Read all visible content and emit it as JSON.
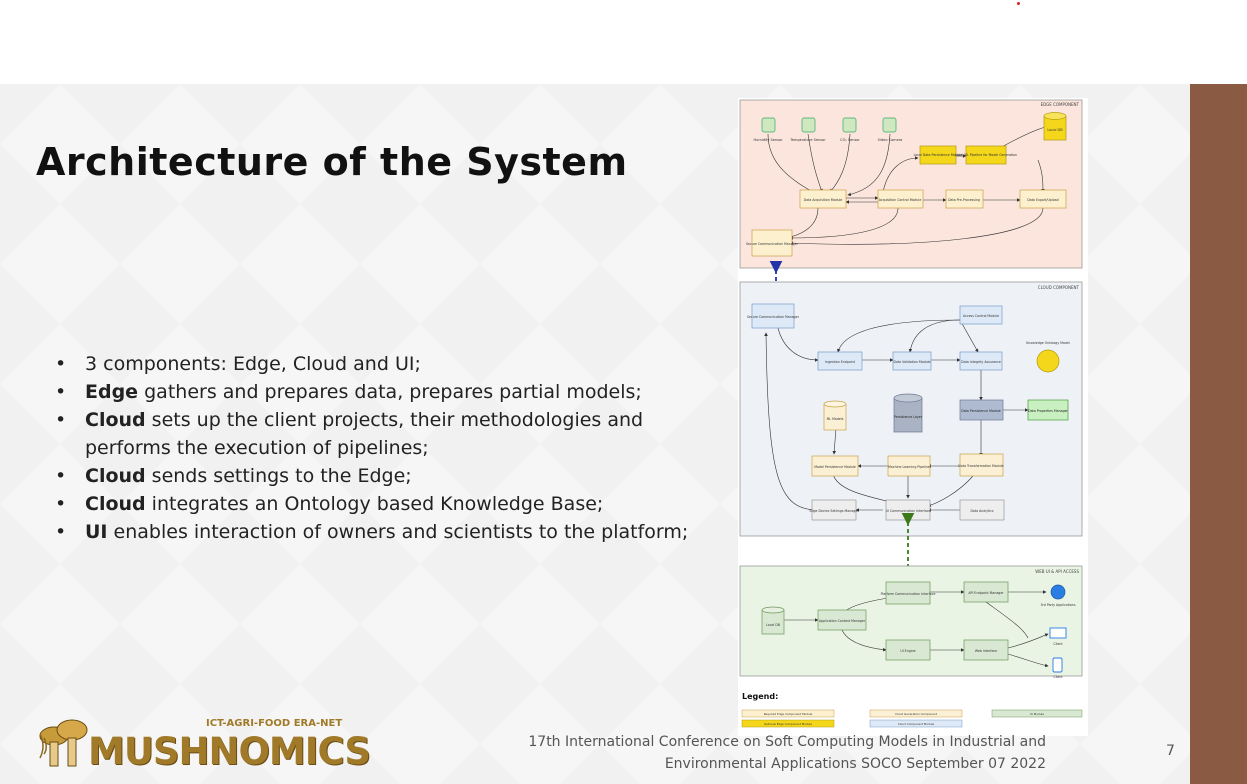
{
  "slide": {
    "title": "Architecture of the System",
    "bullets": [
      {
        "bold": "",
        "text": "3 components: Edge, Cloud and UI;"
      },
      {
        "bold": "Edge",
        "text": " gathers and prepares data, prepares partial models;"
      },
      {
        "bold": "Cloud",
        "text": " sets up the client projects, their methodologies and performs the execution of pipelines;"
      },
      {
        "bold": "Cloud",
        "text": " sends settings to the Edge;"
      },
      {
        "bold": "Cloud",
        "text": " integrates an Ontology based Knowledge Base;"
      },
      {
        "bold": "UI",
        "text": " enables interaction of owners and scientists to the platform;"
      }
    ],
    "footer_line1": "17th International Conference on Soft Computing Models in Industrial and",
    "footer_line2": "Environmental Applications SOCO September 07 2022",
    "page_number": "7",
    "logo_text": "MUSHNOMICS",
    "logo_tagline": "ICT-AGRI-FOOD ERA-NET"
  },
  "diagram": {
    "edge": {
      "title": "EDGE COMPONENT",
      "sensors": [
        "Humidity Sensor",
        "Temperature Sensor",
        "CO₂ Sensor",
        "Video Camera"
      ],
      "local_db": "Local DB",
      "modules": {
        "persistence": "Local Data Persistence Module",
        "local_ml": "Local ML Pipeline for Model Generation",
        "acquisition": "Data Acquisition Module",
        "acq_control": "Acquisition Control Module",
        "preprocessing": "Data Pre-Processing",
        "export": "Data Export/Upload",
        "secure_comm": "Secure Communication Manager"
      }
    },
    "cloud": {
      "title": "CLOUD COMPONENT",
      "modules": {
        "secure_comm": "Secure Communication Manager",
        "access_control": "Access Control Module",
        "ingestion": "Ingestion Endpoint",
        "validation": "Data Validation Module",
        "integrity": "Data Integrity Assurance",
        "ontology": "Knowledge Ontology Model",
        "ml_models": "ML Models",
        "persistence_layer": "Persistence Layer",
        "data_persistence": "Data Persistence Module",
        "data_properties": "Data Properties Manager",
        "model_persistence": "Model Persistence Module",
        "ml_pipeline": "Machine Learning Pipeline",
        "transformation": "Data Transformation Module",
        "edge_settings": "Edge Device Settings Manager",
        "ui_comm": "UI Communication Interface",
        "analytics": "Data Analytics"
      }
    },
    "ui": {
      "title": "WEB UI & API ACCESS",
      "modules": {
        "platform_comm": "Platform Communication Interface",
        "api_endpoint": "API Endpoint Manager",
        "third_party": "3rd Party Applications",
        "local_db": "Local DB",
        "app_context": "Application Context Manager",
        "ui_engine": "UI Engine",
        "web_interface": "Web Interface",
        "client1": "Client",
        "client2": "Client"
      }
    },
    "legend": {
      "title": "Legend:",
      "items": [
        "Required Edge Component Module",
        "Cloud Generators Component",
        "UI Module",
        "Optional Edge Component Module",
        "Cloud Component Module"
      ]
    },
    "colors": {
      "edge_bg": "#fbe5dc",
      "cloud_bg": "#eef2f7",
      "ui_bg": "#e9f4e4",
      "required_edge": "#fdf0cf",
      "optional_edge": "#f4d61b",
      "cloud_module": "#dde9f6",
      "cloud_gen": "#fbf0d4",
      "ui_module": "#d9e8d2",
      "arrow_dash": "#2433a8",
      "arrow_dash_green": "#3b7a1a",
      "brown_bar": "#8b5a42"
    }
  }
}
